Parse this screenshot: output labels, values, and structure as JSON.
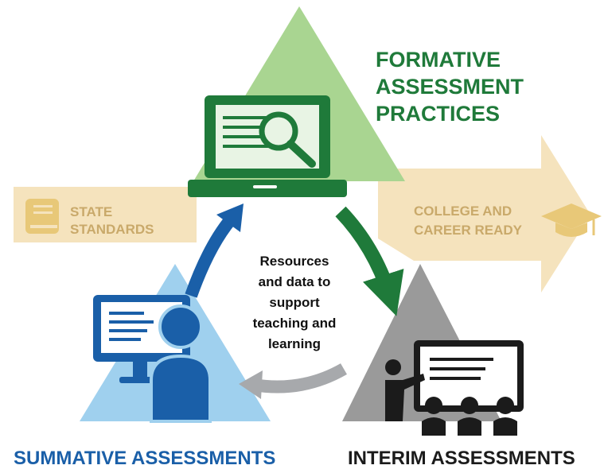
{
  "formative": {
    "lines": [
      "FORMATIVE",
      "ASSESSMENT",
      "PRACTICES"
    ]
  },
  "state_standards": {
    "lines": [
      "STATE",
      "STANDARDS"
    ]
  },
  "college_career": {
    "lines": [
      "COLLEGE AND",
      "CAREER READY"
    ]
  },
  "center_text": {
    "lines": [
      "Resources",
      "and data to",
      "support",
      "teaching and",
      "learning"
    ]
  },
  "summative": {
    "label": "SUMMATIVE ASSESSMENTS"
  },
  "interim": {
    "label": "INTERIM ASSESSMENTS"
  },
  "colors": {
    "formative_green": "#1f7a3a",
    "formative_triangle": "#a9d591",
    "summative_blue": "#1a5fa8",
    "summative_triangle": "#9fd0ee",
    "interim_dark": "#1b1b1b",
    "interim_triangle": "#9a9a9a",
    "band_gold": "#f5e3bd",
    "band_text": "#c9a96a",
    "cycle_arrow_gray": "#a7a9ac"
  },
  "icons": {
    "formative": "laptop-magnifier-icon",
    "standards": "book-icon",
    "college": "graduation-cap-icon",
    "summative": "computer-user-icon",
    "interim": "presentation-classroom-icon"
  }
}
